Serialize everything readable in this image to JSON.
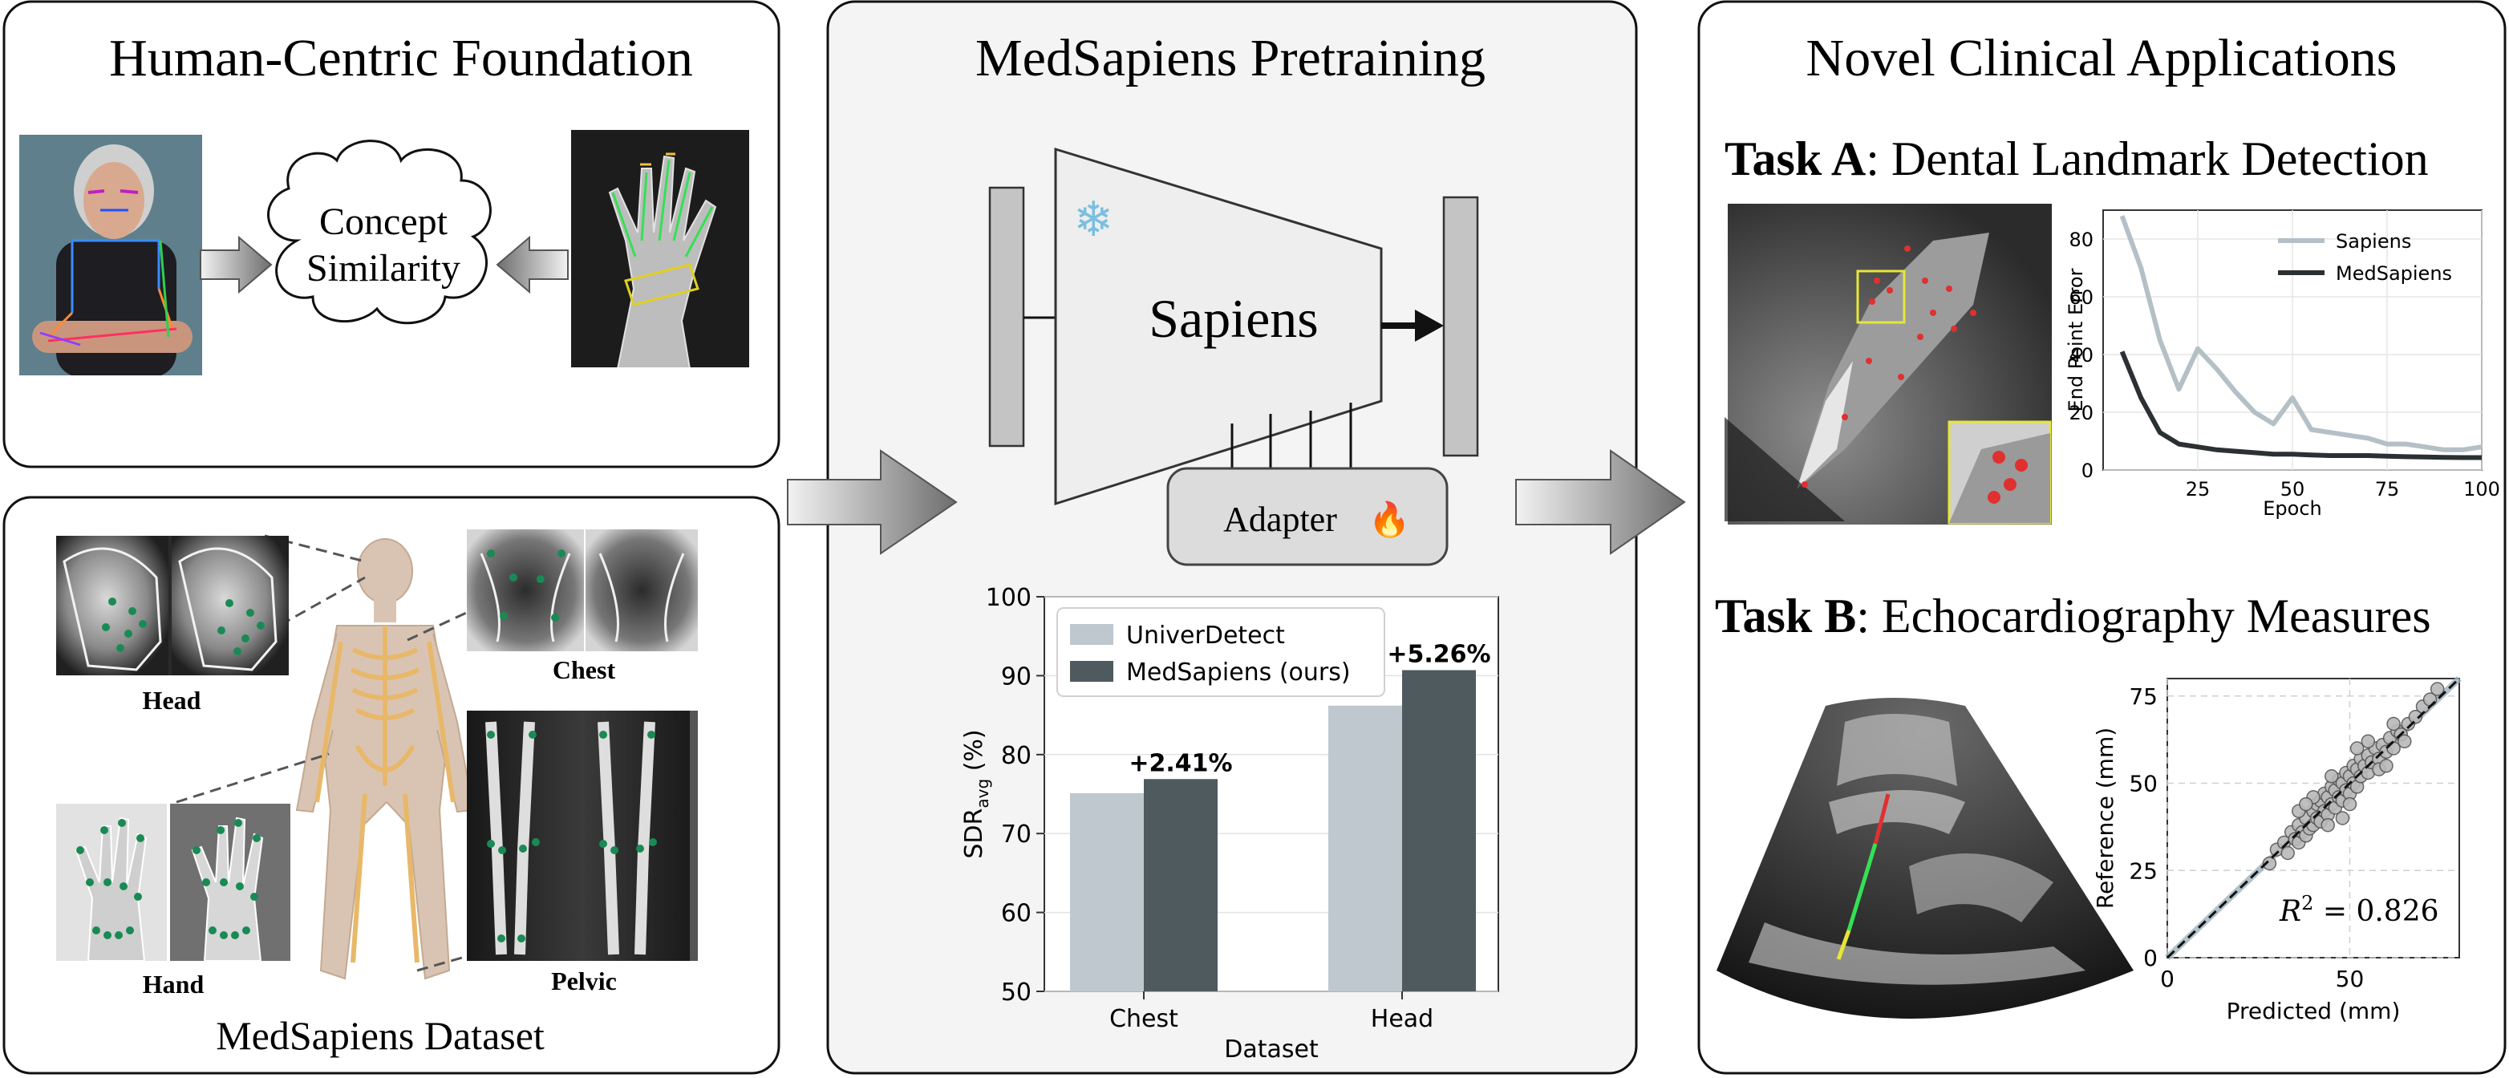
{
  "panels": {
    "foundation": {
      "title": "Human-Centric Foundation",
      "concept": [
        "Concept",
        "Similarity"
      ]
    },
    "dataset": {
      "title": "MedSapiens Dataset",
      "labels": {
        "head": "Head",
        "chest": "Chest",
        "hand": "Hand",
        "pelvic": "Pelvic"
      }
    },
    "pretraining": {
      "title": "MedSapiens Pretraining",
      "model": "Sapiens",
      "adapter": "Adapter",
      "snowflake": "❄",
      "fire": "🔥"
    },
    "applications": {
      "title": "Novel Clinical Applications",
      "task_a": {
        "bold": "Task A",
        "rest": ": Dental Landmark Detection"
      },
      "task_b": {
        "bold": "Task B",
        "rest": ": Echocardiography Measures"
      },
      "r2": "= 0.826"
    }
  },
  "colors": {
    "sapiens": "#b4c0c6",
    "medsapiens": "#2b3133",
    "univer": "#bec8ce",
    "medsapiens_bar": "#4f5a5f",
    "landmark": "#1a8a55"
  },
  "chart_data": [
    {
      "type": "bar",
      "categories": [
        "Chest",
        "Head"
      ],
      "series": [
        {
          "name": "UniverDetect",
          "values": [
            75.1,
            86.2
          ]
        },
        {
          "name": "MedSapiens (ours)",
          "values": [
            76.9,
            90.7
          ]
        }
      ],
      "annotations": [
        "+2.41%",
        "+5.26%"
      ],
      "xlabel": "Dataset",
      "ylabel": "SDR",
      "ylabel_sub": "avg",
      "ylabel_unit": "(%)",
      "ylim": [
        50,
        100
      ],
      "yticks": [
        50,
        60,
        70,
        80,
        90,
        100
      ],
      "legend": "top-left",
      "grid": true
    },
    {
      "type": "line",
      "x": [
        5,
        10,
        15,
        20,
        25,
        30,
        35,
        40,
        45,
        50,
        55,
        60,
        65,
        70,
        75,
        80,
        85,
        90,
        95,
        100
      ],
      "series": [
        {
          "name": "Sapiens",
          "values": [
            88,
            70,
            45,
            28,
            42,
            35,
            27,
            20,
            16,
            25,
            14,
            13,
            12,
            11,
            9,
            9,
            8,
            7,
            7,
            8
          ]
        },
        {
          "name": "MedSapiens",
          "values": [
            41,
            25,
            13,
            9,
            8,
            7,
            6.5,
            6,
            5.5,
            5.5,
            5.2,
            5,
            5,
            5,
            4.8,
            4.6,
            4.5,
            4.4,
            4.3,
            4.3
          ]
        }
      ],
      "xlabel": "Epoch",
      "ylabel": "End Point Error",
      "xlim": [
        0,
        100
      ],
      "ylim": [
        0,
        90
      ],
      "xticks": [
        25,
        50,
        75,
        100
      ],
      "yticks": [
        0,
        20,
        40,
        60,
        80
      ],
      "legend": "top-right",
      "grid": true
    },
    {
      "type": "scatter",
      "xlabel": "Predicted (mm)",
      "ylabel": "Reference (mm)",
      "xlim": [
        0,
        80
      ],
      "ylim": [
        0,
        80
      ],
      "xticks": [
        0,
        50
      ],
      "yticks": [
        0,
        25,
        50,
        75
      ],
      "r2": 0.826,
      "points": [
        [
          28,
          27
        ],
        [
          30,
          31
        ],
        [
          32,
          33
        ],
        [
          33,
          30
        ],
        [
          34,
          36
        ],
        [
          35,
          34
        ],
        [
          36,
          38
        ],
        [
          36,
          33
        ],
        [
          37,
          36
        ],
        [
          38,
          40
        ],
        [
          38,
          35
        ],
        [
          39,
          37
        ],
        [
          40,
          42
        ],
        [
          40,
          38
        ],
        [
          41,
          44
        ],
        [
          41,
          40
        ],
        [
          42,
          39
        ],
        [
          42,
          45
        ],
        [
          43,
          42
        ],
        [
          43,
          47
        ],
        [
          44,
          41
        ],
        [
          44,
          46
        ],
        [
          45,
          44
        ],
        [
          45,
          49
        ],
        [
          46,
          43
        ],
        [
          46,
          48
        ],
        [
          47,
          46
        ],
        [
          47,
          51
        ],
        [
          48,
          45
        ],
        [
          48,
          50
        ],
        [
          49,
          48
        ],
        [
          49,
          53
        ],
        [
          50,
          47
        ],
        [
          50,
          52
        ],
        [
          51,
          50
        ],
        [
          51,
          55
        ],
        [
          52,
          49
        ],
        [
          52,
          54
        ],
        [
          53,
          52
        ],
        [
          53,
          57
        ],
        [
          54,
          55
        ],
        [
          55,
          53
        ],
        [
          55,
          58
        ],
        [
          56,
          56
        ],
        [
          57,
          60
        ],
        [
          58,
          57
        ],
        [
          59,
          61
        ],
        [
          60,
          59
        ],
        [
          61,
          63
        ],
        [
          62,
          60
        ],
        [
          63,
          65
        ],
        [
          64,
          64
        ],
        [
          66,
          67
        ],
        [
          68,
          69
        ],
        [
          70,
          72
        ],
        [
          72,
          74
        ],
        [
          74,
          77
        ],
        [
          45,
          52
        ],
        [
          50,
          44
        ],
        [
          55,
          62
        ],
        [
          40,
          46
        ],
        [
          58,
          54
        ],
        [
          36,
          42
        ],
        [
          62,
          67
        ],
        [
          48,
          40
        ],
        [
          52,
          60
        ],
        [
          44,
          38
        ],
        [
          60,
          55
        ],
        [
          38,
          44
        ],
        [
          65,
          62
        ]
      ]
    }
  ]
}
